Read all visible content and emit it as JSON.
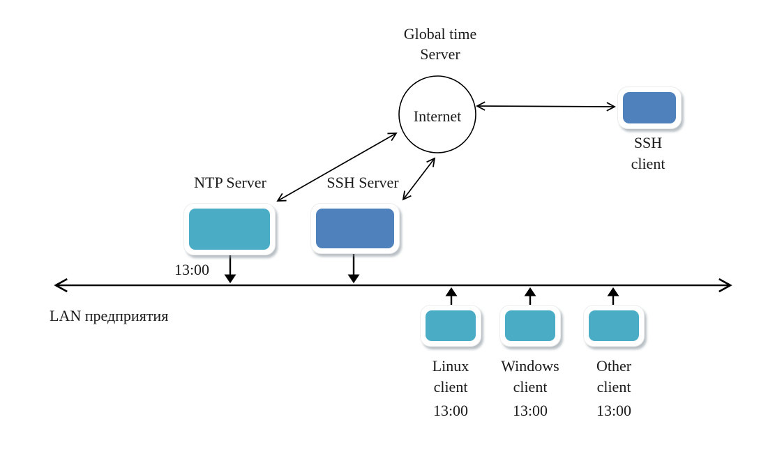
{
  "colors": {
    "teal": "#4bacc6",
    "blue": "#4f81bd",
    "line": "#000000",
    "text": "#1b1b1b"
  },
  "title": {
    "line1": "Global time",
    "line2": "Server"
  },
  "internet": {
    "label": "Internet"
  },
  "ntp_server": {
    "label": "NTP Server",
    "time": "13:00"
  },
  "ssh_server": {
    "label": "SSH Server"
  },
  "ssh_client": {
    "line1": "SSH",
    "line2": "client"
  },
  "lan": {
    "label": "LAN предприятия"
  },
  "clients": [
    {
      "name": "Linux",
      "word": "client",
      "time": "13:00"
    },
    {
      "name": "Windows",
      "word": "client",
      "time": "13:00"
    },
    {
      "name": "Other",
      "word": "client",
      "time": "13:00"
    }
  ]
}
